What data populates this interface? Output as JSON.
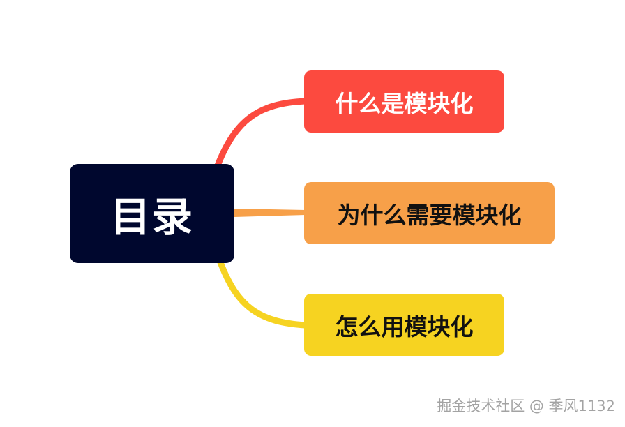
{
  "root": {
    "label": "目录",
    "color": "#00072e"
  },
  "branches": [
    {
      "label": "什么是模块化",
      "color": "#fc4a3f"
    },
    {
      "label": "为什么需要模块化",
      "color": "#f7a049"
    },
    {
      "label": "怎么用模块化",
      "color": "#f6d321"
    }
  ],
  "watermark": "掘金技术社区 @ 季风1132"
}
